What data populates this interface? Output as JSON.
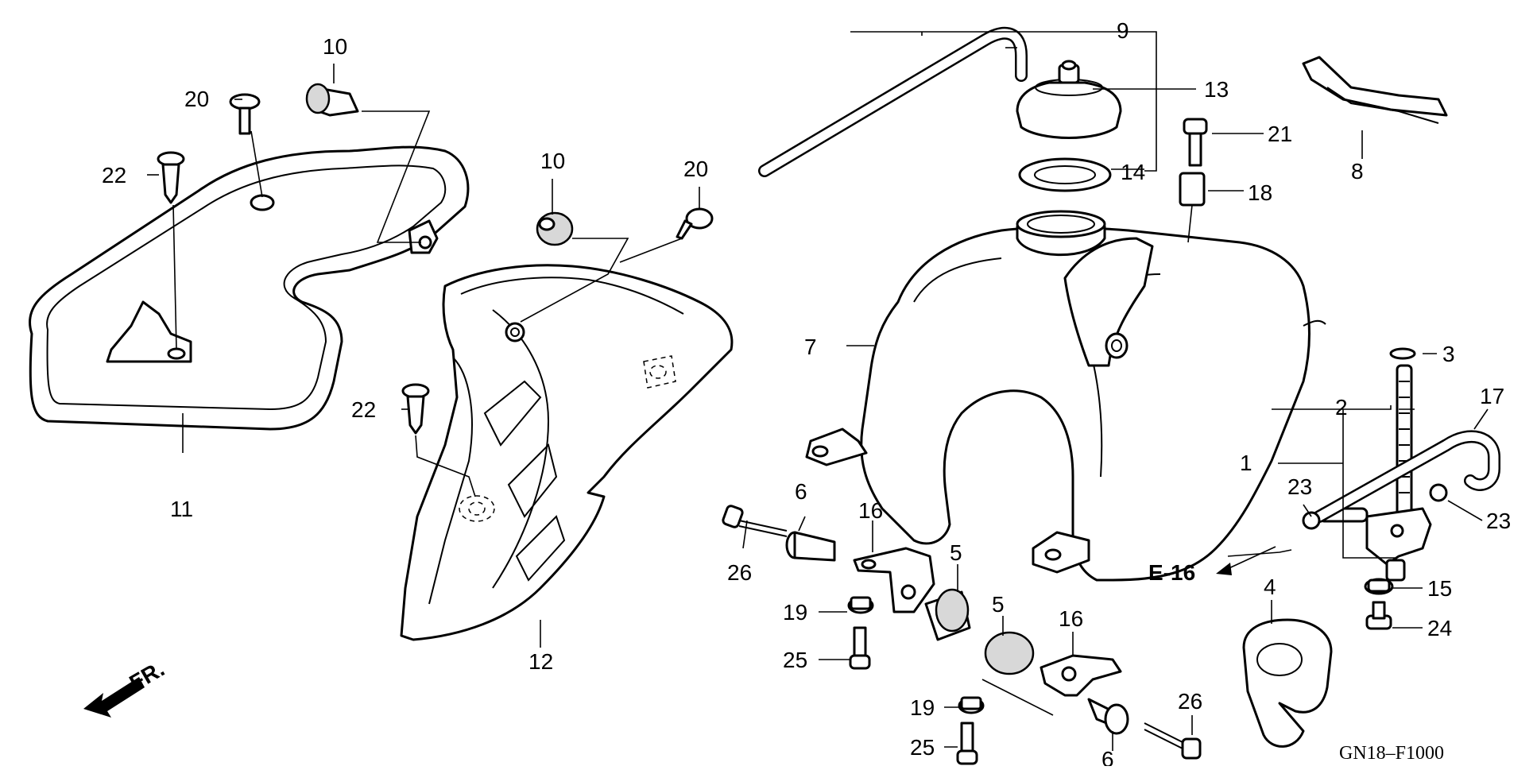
{
  "diagram": {
    "drawing_code": "GN18–F1000",
    "ref_tag": "E-16",
    "front_arrow_label": "FR.",
    "callouts": [
      "1",
      "2",
      "3",
      "4",
      "5",
      "6",
      "7",
      "8",
      "9",
      "10",
      "11",
      "12",
      "13",
      "14",
      "15",
      "16",
      "17",
      "18",
      "19",
      "20",
      "21",
      "22",
      "23",
      "24",
      "25",
      "26"
    ]
  }
}
